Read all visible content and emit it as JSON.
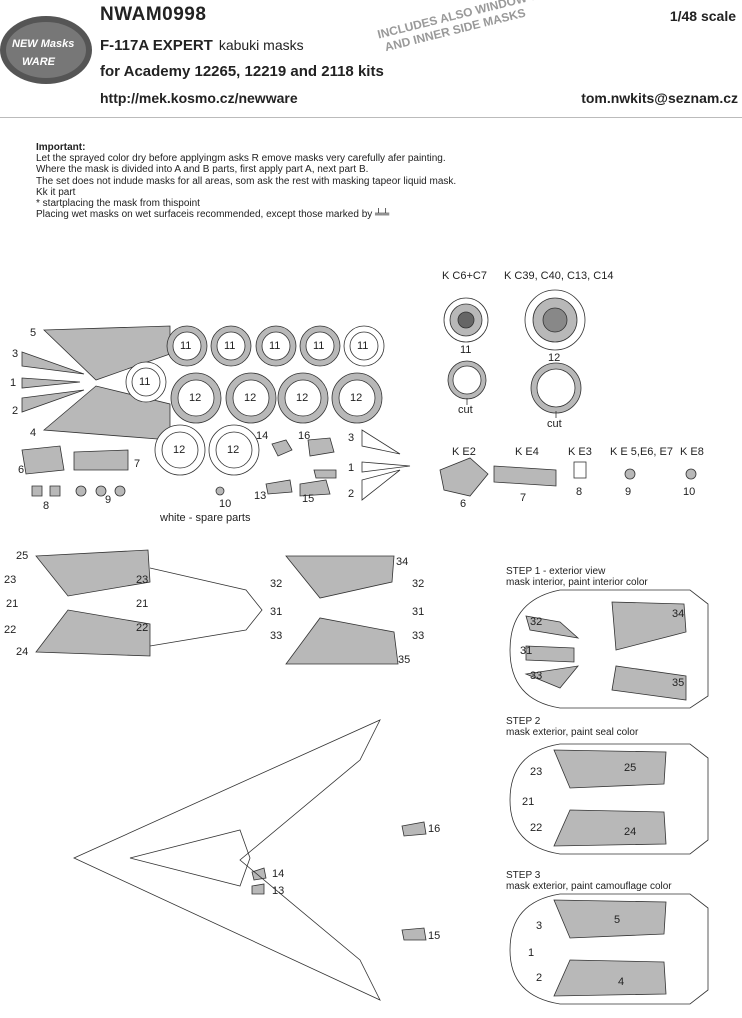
{
  "header": {
    "product_code": "NWAM0998",
    "title": "F-117A EXPERT",
    "subtitle": "kabuki masks",
    "kits": "for Academy 12265, 12219 and 2118 kits",
    "website": "http://mek.kosmo.cz/newware",
    "email": "tom.nwkits@seznam.cz",
    "scale": "1/48 scale",
    "promo_line1": "INCLUDES ALSO WINDOW SEALS",
    "promo_line2": "AND INNER SIDE MASKS",
    "logo_line1": "NEW Masks",
    "logo_line2": "WARE"
  },
  "notes": {
    "heading": "Important:",
    "lines": [
      "Let the sprayed color dry before applyingm asks R emove masks very carefully afer painting.",
      "Where the mask is divided into A and B parts, first apply part A, next part B.",
      "The set does not indude masks for all areas, som ask the rest with masking tapeor liquid mask.",
      "Kk it part",
      "* startplacing the mask from thispoint",
      "Placing wet masks on wet surfaceis recommended, except those marked by"
    ]
  },
  "wheel_labels": {
    "kit1": "K C6+C7",
    "kit2": "K C39, C40, C13, C14",
    "part1": "11",
    "part2": "12",
    "cut": "cut"
  },
  "small_parts": {
    "ke2": "K E2",
    "ke4": "K E4",
    "ke3": "K E3",
    "ke5": "K E 5,E6, E7",
    "ke8": "K E8",
    "n6": "6",
    "n7": "7",
    "n8": "8",
    "n9": "9",
    "n10": "10"
  },
  "spare_note": "white - spare parts",
  "circle_labels": {
    "eleven": "11",
    "twelve": "12"
  },
  "part_numbers": {
    "p1": "1",
    "p2": "2",
    "p3": "3",
    "p4": "4",
    "p5": "5",
    "p6": "6",
    "p7": "7",
    "p8": "8",
    "p9": "9",
    "p10": "10",
    "p13": "13",
    "p14": "14",
    "p15": "15",
    "p16": "16",
    "p21": "21",
    "p22": "22",
    "p23": "23",
    "p24": "24",
    "p25": "25",
    "p31": "31",
    "p32": "32",
    "p33": "33",
    "p34": "34",
    "p35": "35"
  },
  "steps": {
    "s1_title": "STEP 1 - exterior view",
    "s1_text": "mask interior, paint interior color",
    "s2_title": "STEP 2",
    "s2_text": "mask exterior, paint seal color",
    "s3_title": "STEP 3",
    "s3_text": "mask exterior, paint camouflage color"
  },
  "colors": {
    "mask_fill": "#b8b8b8",
    "line": "#333333",
    "promo": "#9a9a9a"
  }
}
